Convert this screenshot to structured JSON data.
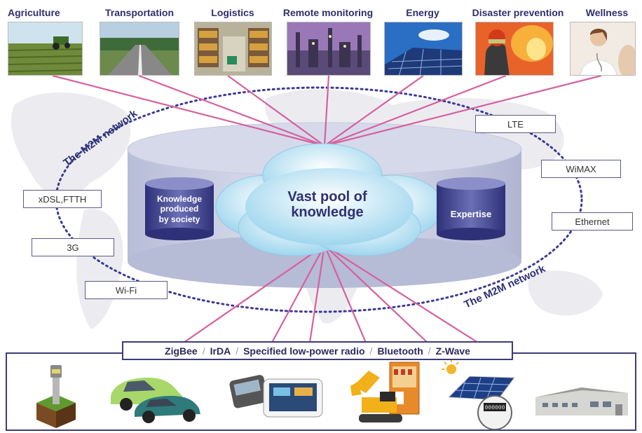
{
  "categories": [
    {
      "label": "Agriculture",
      "icon": "farm-tractor-photo"
    },
    {
      "label": "Transportation",
      "icon": "highway-photo"
    },
    {
      "label": "Logistics",
      "icon": "warehouse-photo"
    },
    {
      "label": "Remote monitoring",
      "icon": "industrial-plant-photo"
    },
    {
      "label": "Energy",
      "icon": "solar-panel-photo"
    },
    {
      "label": "Disaster prevention",
      "icon": "firefighter-photo"
    },
    {
      "label": "Wellness",
      "icon": "doctor-photo"
    }
  ],
  "network": {
    "label_top": "The M2M network",
    "label_bottom": "The M2M network",
    "ring_color": "#3a3a96",
    "line_color": "#d6609e"
  },
  "center": {
    "pool_line1": "Vast pool of",
    "pool_line2": "knowledge",
    "left_cyl_line1": "Knowledge",
    "left_cyl_line2": "produced",
    "left_cyl_line3": "by society",
    "right_cyl": "Expertise"
  },
  "access_networks": {
    "left": [
      "xDSL,FTTH",
      "3G",
      "Wi-Fi"
    ],
    "right": [
      "LTE",
      "WiMAX",
      "Ethernet"
    ]
  },
  "protocols": [
    "ZigBee",
    "IrDA",
    "Specified low-power radio",
    "Bluetooth",
    "Z-Wave"
  ],
  "protocol_separator": "/",
  "devices": [
    {
      "icon": "soil-sensor-icon"
    },
    {
      "icon": "electric-cars-icon"
    },
    {
      "icon": "handheld-terminals-icon"
    },
    {
      "icon": "excavator-vending-machine-icon"
    },
    {
      "icon": "solar-panel-smart-meter-icon"
    },
    {
      "icon": "factory-building-icon"
    }
  ],
  "meter_text": "000000"
}
